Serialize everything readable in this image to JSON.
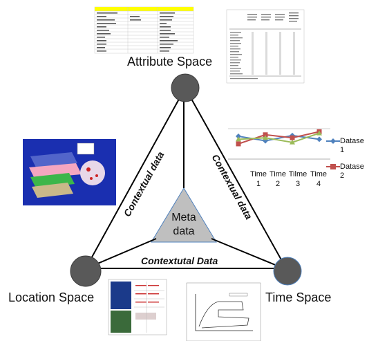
{
  "nodes": {
    "attribute": "Attribute Space",
    "location": "Location Space",
    "time": "Time Space"
  },
  "center": {
    "line1": "Meta",
    "line2": "data"
  },
  "edges": {
    "left": "Contextual data",
    "right": "Contextual data",
    "bottom": "Contextutal Data"
  },
  "colors": {
    "node_fill": "#595959",
    "triangle_fill": "#bfbfbf",
    "triangle_stroke": "#4f81bd",
    "series1": "#4f81bd",
    "series2": "#c0504d",
    "series3": "#9bbb59"
  },
  "line_chart": {
    "categories": [
      {
        "top": "Time",
        "bottom": "1"
      },
      {
        "top": "Time",
        "bottom": "2"
      },
      {
        "top": "Tilme",
        "bottom": "3"
      },
      {
        "top": "Time",
        "bottom": "4"
      }
    ],
    "legend": [
      {
        "line1": "Datase",
        "line2": "1"
      },
      {
        "line1": "Datase",
        "line2": "2"
      }
    ],
    "series": [
      {
        "values": [
          3.0,
          2.4,
          3.1,
          2.6
        ],
        "color": "#4f81bd"
      },
      {
        "values": [
          2.0,
          3.2,
          2.8,
          3.6
        ],
        "color": "#c0504d"
      },
      {
        "values": [
          2.6,
          2.8,
          2.2,
          3.4
        ],
        "color": "#9bbb59"
      }
    ],
    "ylim": [
      0,
      4
    ]
  }
}
